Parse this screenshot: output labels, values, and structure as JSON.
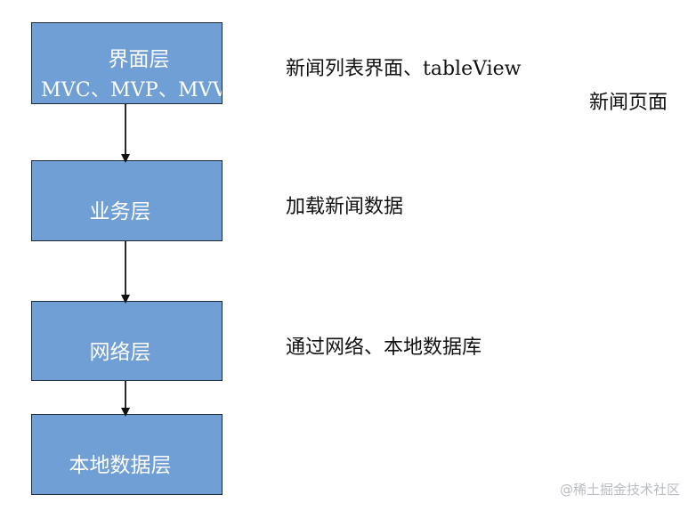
{
  "layers": [
    {
      "title": "界面层",
      "subtitle": "MVC、MVP、MVVM"
    },
    {
      "title": "业务层"
    },
    {
      "title": "网络层"
    },
    {
      "title": "本地数据层"
    }
  ],
  "notes": {
    "ui": "新闻列表界面、tableView",
    "ui_second": "新闻页面",
    "biz": "加载新闻数据",
    "net": "通过网络、本地数据库"
  },
  "watermark": "@稀土掘金技术社区",
  "colors": {
    "box_fill": "#6f9fd4",
    "box_border": "#1f2a3a",
    "arrow": "#111111",
    "text": "#111111"
  }
}
